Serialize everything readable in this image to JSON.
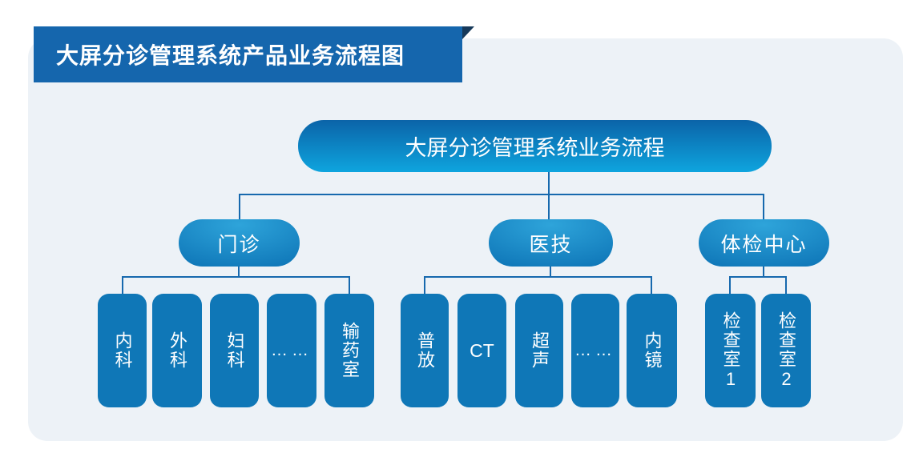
{
  "banner": {
    "title": "大屏分诊管理系统产品业务流程图"
  },
  "tree": {
    "root": {
      "label": "大屏分诊管理系统业务流程"
    },
    "branches": [
      {
        "label": "门诊",
        "children": [
          "内科",
          "外科",
          "妇科",
          "……",
          "输药室"
        ]
      },
      {
        "label": "医技",
        "children": [
          "普放",
          "CT",
          "超声",
          "……",
          "内镜"
        ]
      },
      {
        "label": "体检中心",
        "children": [
          "检查室1",
          "检查室2"
        ]
      }
    ]
  },
  "colors": {
    "banner_blue": "#1566ad",
    "fold_navy": "#16395a",
    "card_bg": "#edf2f7",
    "node_gradient_dark": "#0b63a8",
    "node_gradient_light": "#0ea4de",
    "leaf_blue": "#0f77b7",
    "connector": "#1769ae",
    "text": "#ffffff"
  }
}
